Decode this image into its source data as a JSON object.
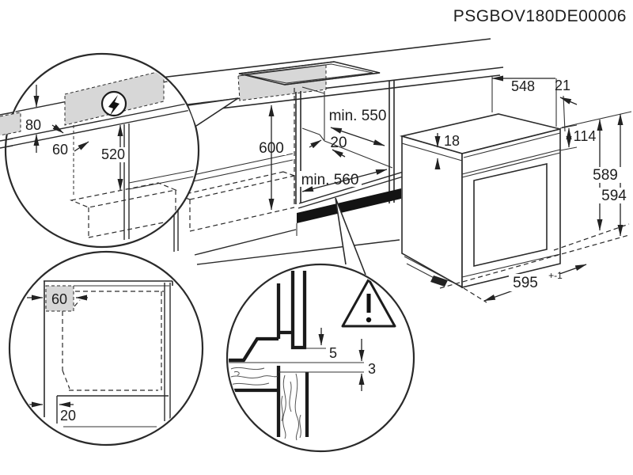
{
  "title": "PSGBOV180DE00006",
  "colors": {
    "line": "#2a2a2a",
    "shade": "#d7d7d7",
    "vent_strip": "#131313"
  },
  "niche": {
    "height": "600",
    "depth": "min. 550",
    "rear_gap": "20",
    "width": "min. 560"
  },
  "oven": {
    "depth": "548",
    "door_offset": "21",
    "top_trim": "18",
    "panel_height": "114",
    "height_a": "589",
    "height_b": "594",
    "width": "595",
    "width_tolerance": "+-1"
  },
  "electrical_detail": {
    "strip_height": "80",
    "wall_offset": "60",
    "drop_height": "520",
    "icon": "lightning-bolt"
  },
  "side_detail": {
    "corner_clearance": "60",
    "plinth_recess": "20"
  },
  "gap_detail": {
    "top_gap": "5",
    "bottom_gap": "3",
    "icon": "warning-triangle"
  }
}
